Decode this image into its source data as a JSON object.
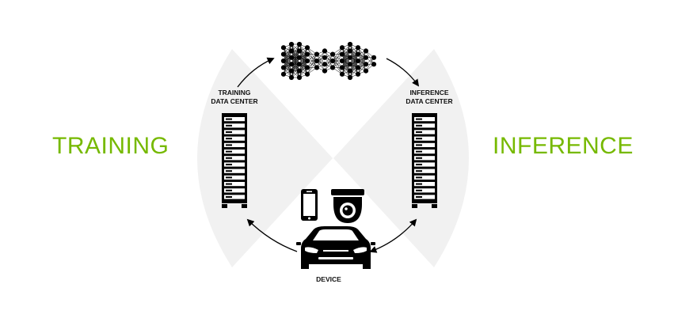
{
  "labels": {
    "training": "TRAINING",
    "inference": "INFERENCE",
    "training_dc_line1": "TRAINING",
    "training_dc_line2": "DATA CENTER",
    "inference_dc_line1": "INFERENCE",
    "inference_dc_line2": "DATA CENTER",
    "device": "DEVICE"
  },
  "colors": {
    "accent": "#76b900",
    "icon": "#000000",
    "arc": "#f0f0f0"
  },
  "icons": [
    "neural-network-icon",
    "server-rack-icon",
    "smartphone-icon",
    "security-camera-icon",
    "car-icon",
    "arrow-icon"
  ]
}
